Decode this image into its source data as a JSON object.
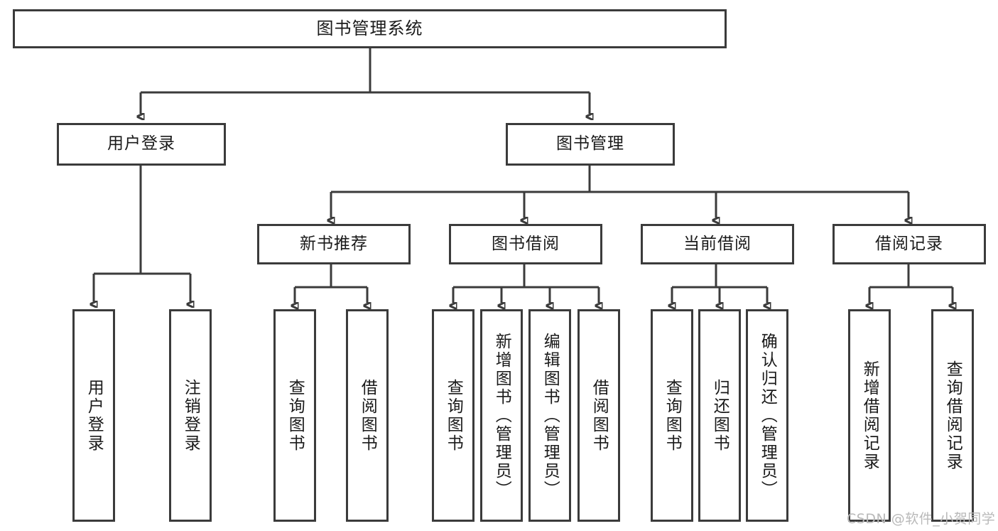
{
  "diagram": {
    "type": "tree",
    "title": "图书管理系统",
    "orientation": "top-down",
    "colors": {
      "border": "#3b3b3b",
      "background": "#ffffff",
      "text": "#1a1a1a",
      "watermark": "#b9b9b9"
    },
    "nodes": {
      "root": {
        "label": "图书管理系统",
        "level": 1
      },
      "l2": [
        {
          "label": "用户登录",
          "level": 2
        },
        {
          "label": "图书管理",
          "level": 2
        }
      ],
      "l3": [
        {
          "label": "新书推荐",
          "level": 3
        },
        {
          "label": "图书借阅",
          "level": 3
        },
        {
          "label": "当前借阅",
          "level": 3
        },
        {
          "label": "借阅记录",
          "level": 3
        }
      ],
      "leaves_user_login": [
        {
          "label": "用户登录",
          "level": 3
        },
        {
          "label": "注销登录",
          "level": 3
        }
      ],
      "leaves_new_book": [
        {
          "label": "查询图书",
          "level": 4
        },
        {
          "label": "借阅图书",
          "level": 4
        }
      ],
      "leaves_borrow": [
        {
          "label": "查询图书",
          "level": 4
        },
        {
          "label": "新增图书（管理员）",
          "level": 4
        },
        {
          "label": "编辑图书（管理员）",
          "level": 4
        },
        {
          "label": "借阅图书",
          "level": 4
        }
      ],
      "leaves_current": [
        {
          "label": "查询图书",
          "level": 4
        },
        {
          "label": "归还图书",
          "level": 4
        },
        {
          "label": "确认归还（管理员）",
          "level": 4
        }
      ],
      "leaves_records": [
        {
          "label": "新增借阅记录",
          "level": 4
        },
        {
          "label": "查询借阅记录",
          "level": 4
        }
      ]
    },
    "edges": [
      {
        "from": "图书管理系统",
        "to": "用户登录"
      },
      {
        "from": "图书管理系统",
        "to": "图书管理"
      },
      {
        "from": "用户登录",
        "to": "用户登录"
      },
      {
        "from": "用户登录",
        "to": "注销登录"
      },
      {
        "from": "图书管理",
        "to": "新书推荐"
      },
      {
        "from": "图书管理",
        "to": "图书借阅"
      },
      {
        "from": "图书管理",
        "to": "当前借阅"
      },
      {
        "from": "图书管理",
        "to": "借阅记录"
      },
      {
        "from": "新书推荐",
        "to": "查询图书"
      },
      {
        "from": "新书推荐",
        "to": "借阅图书"
      },
      {
        "from": "图书借阅",
        "to": "查询图书"
      },
      {
        "from": "图书借阅",
        "to": "新增图书（管理员）"
      },
      {
        "from": "图书借阅",
        "to": "编辑图书（管理员）"
      },
      {
        "from": "图书借阅",
        "to": "借阅图书"
      },
      {
        "from": "当前借阅",
        "to": "查询图书"
      },
      {
        "from": "当前借阅",
        "to": "归还图书"
      },
      {
        "from": "当前借阅",
        "to": "确认归还（管理员）"
      },
      {
        "from": "借阅记录",
        "to": "新增借阅记录"
      },
      {
        "from": "借阅记录",
        "to": "查询借阅记录"
      }
    ]
  },
  "watermark": {
    "text": "CSDN @软件_小贺同学"
  }
}
